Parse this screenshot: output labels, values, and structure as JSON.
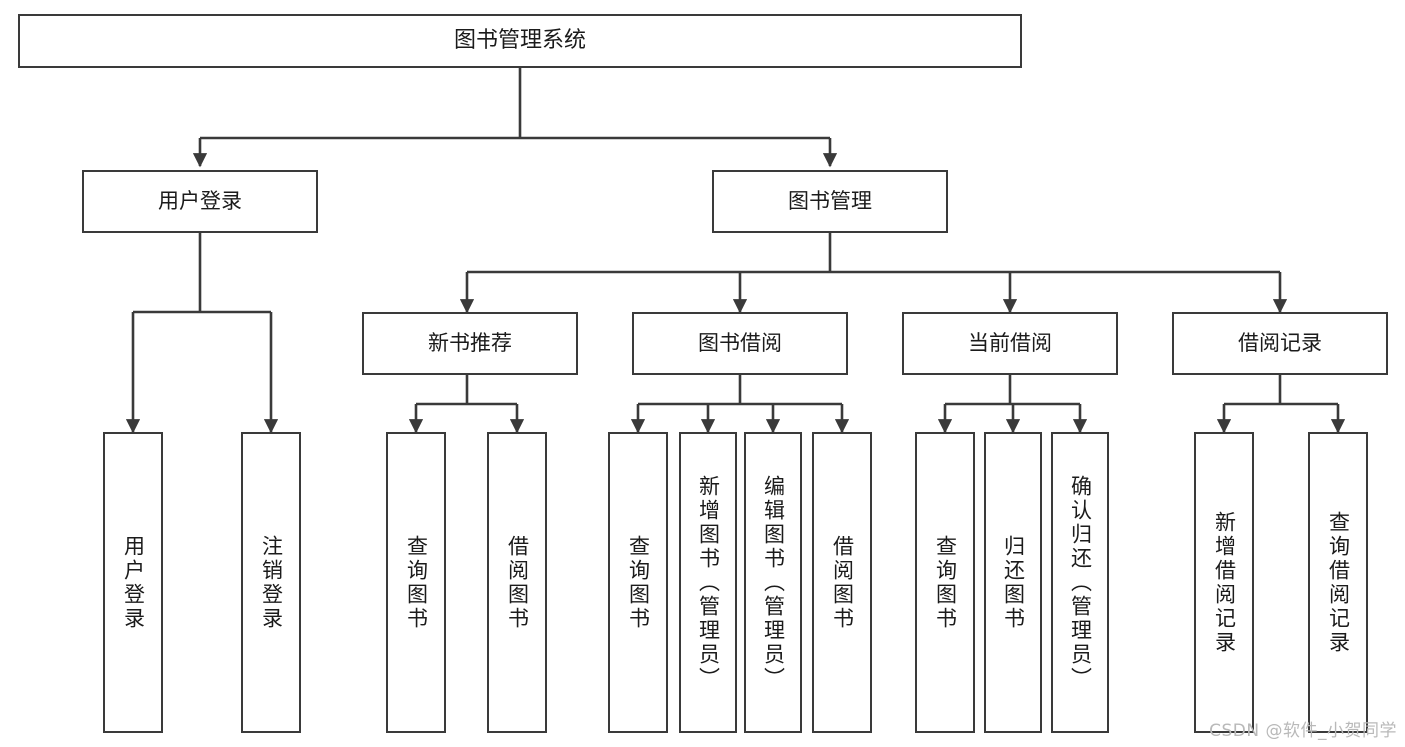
{
  "diagram": {
    "title": "图书管理系统",
    "type": "tree",
    "watermark": "CSDN @软件_小贺同学",
    "colors": {
      "box_border": "#3a3a3a",
      "box_fill": "#ffffff",
      "edge": "#3a3a3a",
      "text": "#1b1b1b",
      "watermark": "#b9b9b9"
    },
    "nodes": {
      "root": {
        "label": "图书管理系统",
        "level": 1
      },
      "l2": [
        {
          "id": "user-login",
          "label": "用户登录",
          "level": 2
        },
        {
          "id": "book-manage",
          "label": "图书管理",
          "level": 2
        }
      ],
      "l3": [
        {
          "id": "new-book-rec",
          "label": "新书推荐",
          "level": 3,
          "parent": "book-manage"
        },
        {
          "id": "book-borrow",
          "label": "图书借阅",
          "level": 3,
          "parent": "book-manage"
        },
        {
          "id": "current-borrow",
          "label": "当前借阅",
          "level": 3,
          "parent": "book-manage"
        },
        {
          "id": "borrow-record",
          "label": "借阅记录",
          "level": 3,
          "parent": "book-manage"
        }
      ],
      "leaves": [
        {
          "id": "leaf-user-login",
          "label": "用户登录",
          "parent": "user-login"
        },
        {
          "id": "leaf-logout",
          "label": "注销登录",
          "parent": "user-login"
        },
        {
          "id": "leaf-query-book-1",
          "label": "查询图书",
          "parent": "new-book-rec"
        },
        {
          "id": "leaf-borrow-book-1",
          "label": "借阅图书",
          "parent": "new-book-rec"
        },
        {
          "id": "leaf-query-book-2",
          "label": "查询图书",
          "parent": "book-borrow"
        },
        {
          "id": "leaf-add-book",
          "label": "新增图书（管理员）",
          "parent": "book-borrow"
        },
        {
          "id": "leaf-edit-book",
          "label": "编辑图书（管理员）",
          "parent": "book-borrow"
        },
        {
          "id": "leaf-borrow-book-2",
          "label": "借阅图书",
          "parent": "book-borrow"
        },
        {
          "id": "leaf-query-book-3",
          "label": "查询图书",
          "parent": "current-borrow"
        },
        {
          "id": "leaf-return-book",
          "label": "归还图书",
          "parent": "current-borrow"
        },
        {
          "id": "leaf-confirm-return",
          "label": "确认归还（管理员）",
          "parent": "current-borrow"
        },
        {
          "id": "leaf-add-record",
          "label": "新增借阅记录",
          "parent": "borrow-record"
        },
        {
          "id": "leaf-query-record",
          "label": "查询借阅记录",
          "parent": "borrow-record"
        }
      ]
    }
  }
}
